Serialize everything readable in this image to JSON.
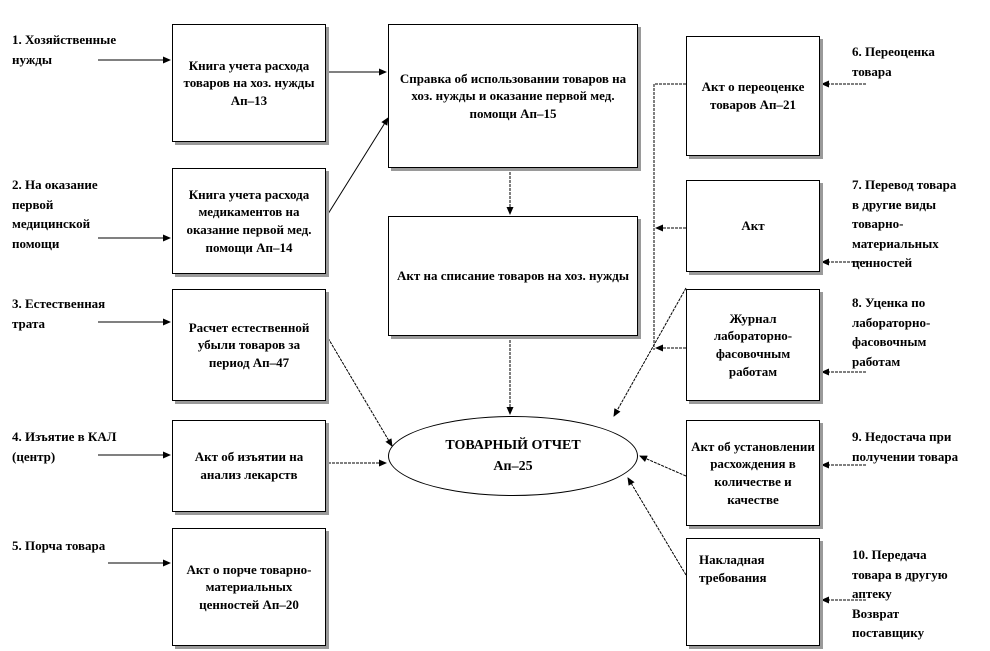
{
  "sources": {
    "s1": "1. Хозяйственные\nнужды",
    "s2": "2. На оказание\nпервой\nмедицинской\nпомощи",
    "s3": "3. Естественная\nтрата",
    "s4": "4. Изъятие в КАЛ\n(центр)",
    "s5": "5. Порча товара",
    "s6": "6. Переоценка\nтовара",
    "s7": "7. Перевод товара\nв другие виды\nтоварно-\nматериальных\nценностей",
    "s8": "8. Уценка по\nлабораторно-\nфасовочным\nработам",
    "s9": "9. Недостача при\nполучении товара",
    "s10": "10. Передача\nтовара в другую\nаптеку\nВозврат\nпоставщику"
  },
  "boxes": {
    "b13": "Книга учета расхода товаров на хоз. нужды Ап–13",
    "b14": "Книга учета расхода медикаментов на оказание первой мед. помощи Ап–14",
    "b47": "Расчет естественной убыли товаров за период Ап–47",
    "bkal": "Акт об изъятии на анализ лекарств",
    "b20": "Акт о порче товарно-материальных ценностей Ап–20",
    "b15": "Справка об использовании товаров на хоз. нужды и оказание первой мед. помощи Ап–15",
    "bwrite": "Акт на списание товаров на хоз. нужды",
    "b21": "Акт о переоценке товаров   Ап–21",
    "bact": "Акт",
    "bjour": "Журнал лабораторно-фасовочным работам",
    "bdisc": "Акт об установлении расхождения в количестве и качестве",
    "binv": "Накладная требования"
  },
  "center": {
    "line1": "ТОВАРНЫЙ  ОТЧЕТ",
    "line2": "Ап–25"
  }
}
